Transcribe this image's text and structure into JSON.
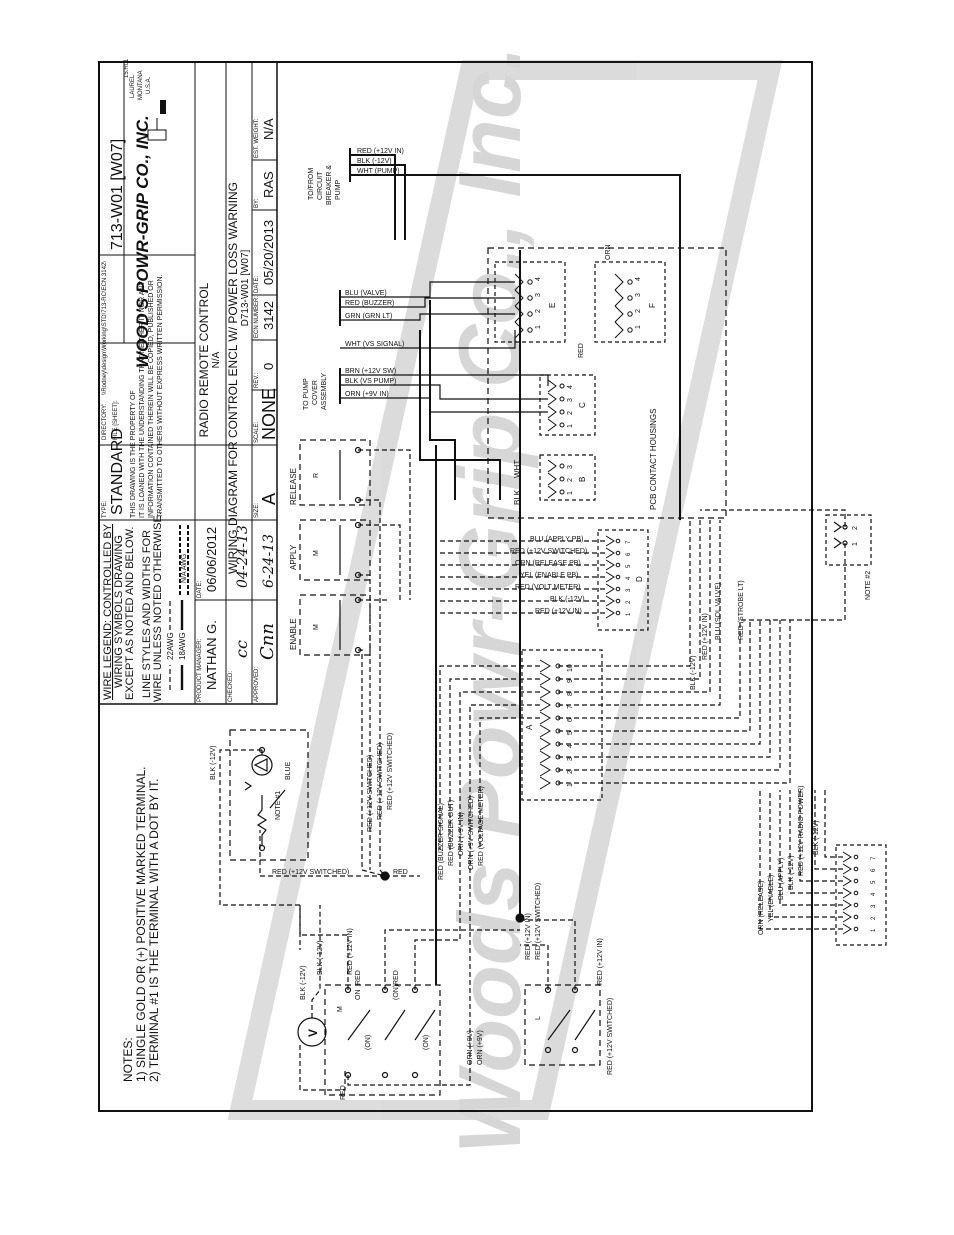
{
  "sheet": {
    "corner_mark": "15.R01",
    "watermark": "Woods Powr-Grip Co., Inc.",
    "notes": {
      "heading": "NOTES:",
      "items": [
        "1)  SINGLE GOLD OR (+) POSITIVE MARKED TERMINAL.",
        "2)  TERMINAL #1 IS THE TERMINAL WITH A DOT BY IT."
      ]
    },
    "legend": {
      "lines": [
        "WIRE LEGEND: CONTROLLED BY",
        "WIRING SYMBOLS DRAWING",
        "EXCEPT AS NOTED AND BELOW."
      ],
      "line_style_lines": [
        "LINE STYLES AND WIDTHS FOR",
        "WIRE UNLESS NOTED OTHERWISE."
      ],
      "awg": [
        "22AWG",
        "18AWG",
        "N/A AWG"
      ]
    },
    "title_block": {
      "type_label": "TYPE:",
      "type_value": "STANDARD",
      "directory_label": "DIRECTORY:",
      "directory_value": "\\\\Rodney\\design\\Working\\STD\\713-RC\\ECN 3142\\",
      "file_label": "FILE [SHEET]:",
      "file_value": "713-W01 [W07]",
      "property_lines": [
        "THIS DRAWING IS THE PROPERTY OF",
        "IT IS LOANED WITH THE UNDERSTANDING THAT NEITHER IT NOR ANY",
        "INFORMATION CONTAINED THEREIN WILL BE COPIED, PUBLISHED OR",
        "TRANSMITTED TO OTHERS WITHOUT EXPRESS WRITTEN PERMISSION."
      ],
      "company": "WOOD'S POWR-GRIP CO., INC.",
      "location": [
        "LAUREL",
        "MONTANA",
        "U.S.A."
      ],
      "desc1": "RADIO REMOTE CONTROL",
      "desc2": "N/A",
      "desc3": "WIRING DIAGRAM FOR CONTROL ENCL W/ POWER LOSS WARNING",
      "desc4": "D713-W01 [W07]",
      "pm_label": "PRODUCT MANAGER:",
      "pm_value": "NATHAN G.",
      "date_label": "DATE:",
      "date_value": "06/06/2012",
      "checked_label": "CHECKED:",
      "checked_sig": "cc",
      "checked_date": "04-24-13",
      "approved_label": "APPROVED:",
      "approved_sig": "Cnn",
      "approved_date": "6-24-13",
      "size_label": "SIZE:",
      "size_value": "A",
      "scale_label": "SCALE:",
      "scale_value": "NONE",
      "rev_label": "REV.:",
      "rev_value": "0",
      "ecn_label": "ECN NUMBER:",
      "ecn_value": "3142",
      "date2_label": "DATE:",
      "date2_value": "05/20/2013",
      "by_label": "BY:",
      "by_value": "RAS",
      "weight_label": "EST. WEIGHT:",
      "weight_value": "N/A"
    },
    "diagram": {
      "blocks": {
        "enable": "ENABLE",
        "apply": "APPLY",
        "release": "RELEASE",
        "m": "M",
        "m_small": "M",
        "r": "R",
        "pcb": "PCB CONTACT HOUSINGS",
        "to_pump_cover": [
          "TO PUMP",
          "COVER",
          "ASSEMBLY"
        ],
        "to_from_circuit": [
          "TO/FROM",
          "CIRCUIT",
          "BREAKER &",
          "PUMP"
        ],
        "note1": "NOTE #1",
        "note2": "NOTE #2",
        "blue": "BLUE",
        "v": "V",
        "l": "L",
        "conn_a": "A",
        "conn_b": "B",
        "conn_c": "C",
        "conn_d": "D",
        "conn_e": "E",
        "conn_f": "F",
        "on": "ON",
        "on_paren": "(ON)",
        "wht": "WHT",
        "blk": "BLK",
        "red": "RED",
        "orn": "ORN"
      },
      "wires_top": [
        "RED (+12V IN)",
        "BLK (-12V)",
        "WHT (PUMP)"
      ],
      "wires_e": [
        "BLU (VALVE)",
        "RED (BUZZER)",
        "GRN (GRN LT)"
      ],
      "wires_vs": "WHT (VS SIGNAL)",
      "wires_c": [
        "BRN (+12V SW)",
        "BLK (VS PUMP)",
        "ORN (+9V IN)"
      ],
      "wires_d": [
        "BLU (APPLY PB)",
        "RED (+12V SWITCHED)",
        "ORN (RELEASE PB)",
        "YEL (ENABLE PB)",
        "RED (VOLT METER)",
        "BLK (-12V)",
        "RED (+12V IN)"
      ],
      "wires_a_left": [
        "RED (BUZZER SIGNAL)",
        "RED (BUZZER OUT)",
        "ORN (+9V IN)",
        "ORN (+9V SWITCHED)",
        "RED (VOLTAGE METER)"
      ],
      "wires_pb": [
        "RED (+12V SWITCHED)",
        "RED (+12V SWITCHED)",
        "RED (+12V SWITCHED)"
      ],
      "wires_a_right": [
        "BLK (-12V)",
        "RED (+12V IN)",
        "BLU (SOL VALVE)",
        "RED (STROBE LT)"
      ],
      "wires_radio": [
        "ORN (RELEASE)",
        "YEL (ENABLE)",
        "BLU (APPLY)",
        "BLK (-12V)",
        "RED (+12V RADIO POWER)",
        "BLK (-12V)"
      ],
      "wires_m": [
        "BLK (-12V)",
        "BLK (-12V)",
        "RED (+12V IN)",
        "ORN (+9V)",
        "ORN (+9V)"
      ],
      "wires_l": [
        "RED (+12V IN)",
        "RED (+12V SWITCHED)"
      ],
      "misc": {
        "blk_12v": "BLK (-12V)",
        "red_12v_switched": "RED (+12V SWITCHED)",
        "red_12v_in": "RED (+12V IN)",
        "red": "RED",
        "pins_10": [
          "1",
          "2",
          "3",
          "4",
          "5",
          "6",
          "7",
          "8",
          "9",
          "10"
        ],
        "pins_7": [
          "1",
          "2",
          "3",
          "4",
          "5",
          "6",
          "7"
        ],
        "pins_4": [
          "1",
          "2",
          "3",
          "4"
        ],
        "pins_3": [
          "1",
          "2",
          "3"
        ],
        "pins_2": [
          "1",
          "2"
        ]
      }
    }
  }
}
